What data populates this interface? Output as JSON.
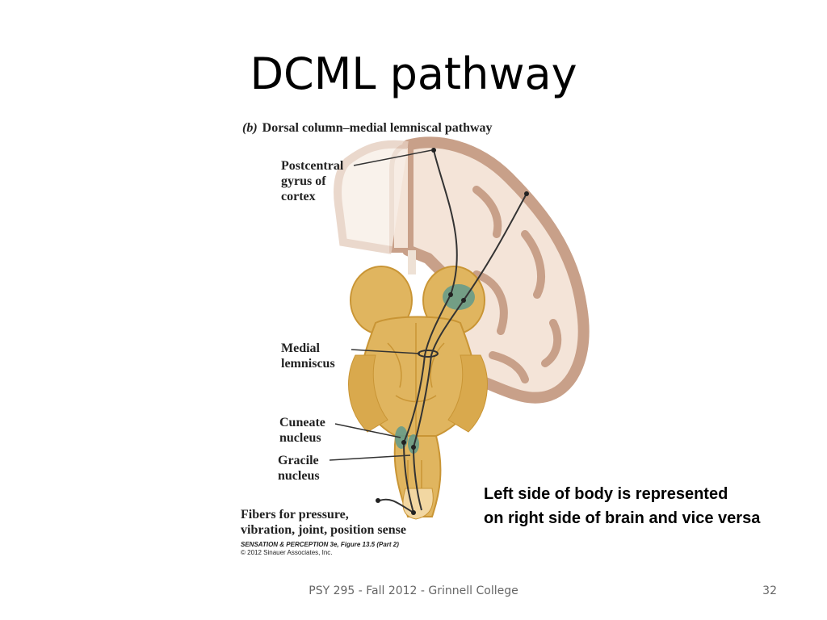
{
  "slide": {
    "title": "DCML pathway",
    "note_line1": "Left side of body is represented",
    "note_line2": "on right side of brain and vice versa",
    "footer_text": "PSY 295 - Fall 2012 - Grinnell College",
    "page_number": "32"
  },
  "figure": {
    "panel_letter": "(b)",
    "caption": "Dorsal column–medial lemniscal pathway",
    "labels": {
      "postcentral": "Postcentral\ngyrus of\ncortex",
      "medial": "Medial\nlemniscus",
      "cuneate": "Cuneate\nnucleus",
      "gracile": "Gracile\nnucleus",
      "fibers": "Fibers for pressure,\nvibration, joint, position sense"
    },
    "credit_line1": "SENSATION & PERCEPTION 3e, Figure 13.5 (Part 2)",
    "credit_line2": "© 2012 Sinauer Associates, Inc.",
    "colors": {
      "cortex_outline": "#c8a089",
      "cortex_fill": "#f4e4d8",
      "brainstem": "#e0b55f",
      "brainstem_dark": "#c99535",
      "nucleus": "#5f9a8c",
      "pathway": "#333333"
    }
  }
}
